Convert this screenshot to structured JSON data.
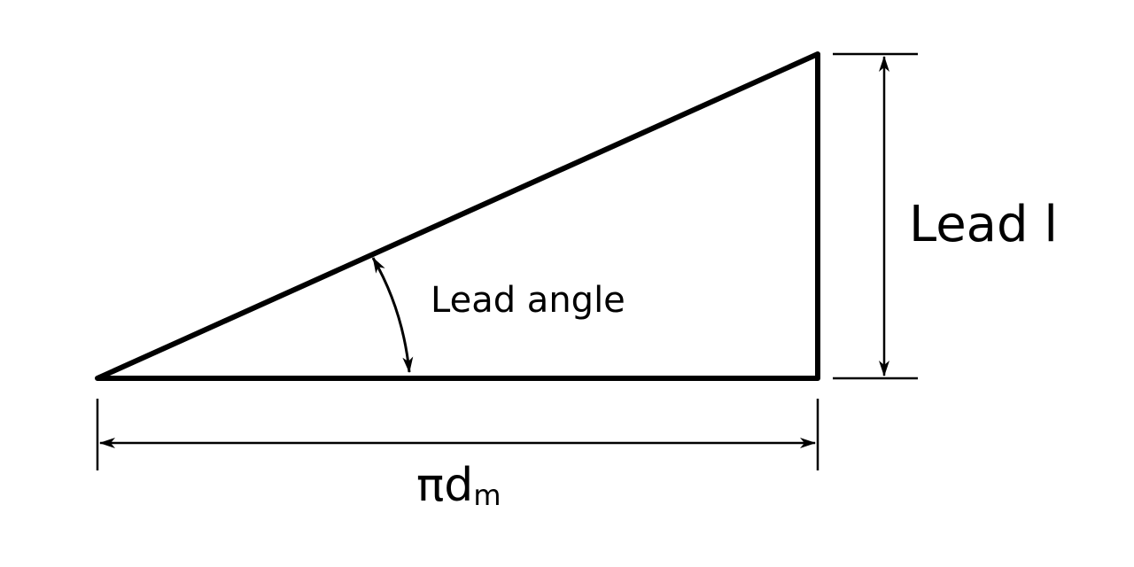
{
  "diagram": {
    "labels": {
      "lead": "Lead l",
      "lead_angle": "Lead angle",
      "base_main": "πd",
      "base_sub": "m"
    },
    "colors": {
      "stroke": "#000000",
      "background": "#ffffff"
    }
  }
}
